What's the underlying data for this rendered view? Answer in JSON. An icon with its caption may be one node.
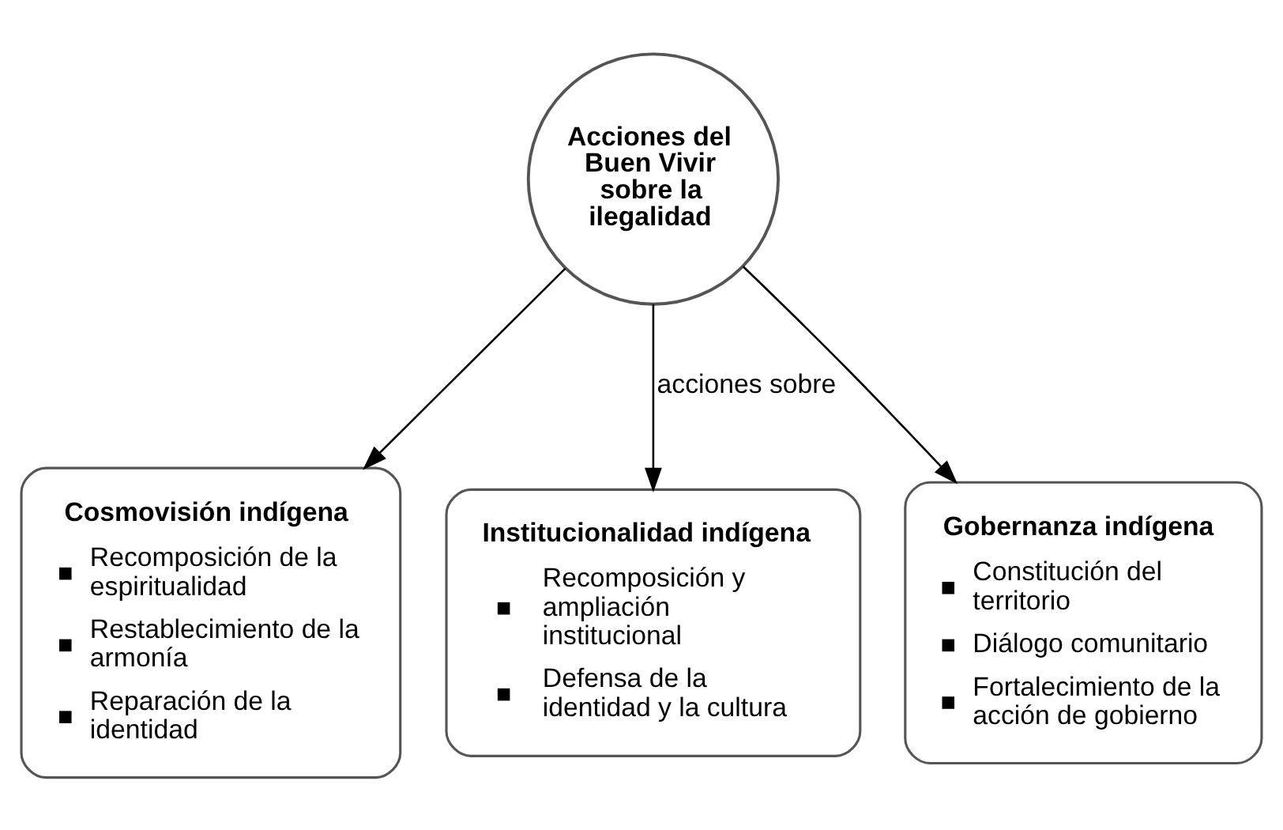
{
  "diagram": {
    "nodes": [
      {
        "text": [
          "Acciones del Buen Vivir sobre la ilegalidad"
        ]
      },
      {
        "text": [
          "Cosmovisión indígena",
          "Recomposición de la espiritualidad",
          "Restablecimiento de la armonía",
          "Reparación de la identidad"
        ]
      },
      {
        "text": [
          "Institucionalidad indígena",
          "Recomposición y ampliación institucional",
          "Defensa de la identidad y la cultura"
        ]
      },
      {
        "text": [
          "Gobernanza indígena",
          "Constitución del territorio",
          "Diálogo comunitario",
          "Fortalecimiento de la acción de gobierno"
        ]
      }
    ],
    "edges": [
      {
        "from": 0,
        "to": 1,
        "arrow": "to"
      },
      {
        "from": 0,
        "to": 2,
        "arrow": "to",
        "label": "acciones sobre"
      },
      {
        "from": 0,
        "to": 3,
        "arrow": "to"
      }
    ]
  }
}
